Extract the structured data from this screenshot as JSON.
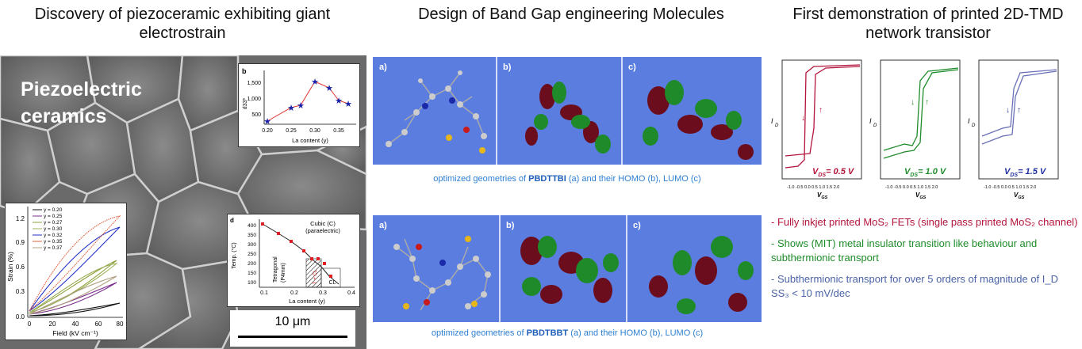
{
  "titles": {
    "left": "Discovery of piezoceramic exhibiting giant electrostrain",
    "middle": "Design of Band Gap engineering Molecules",
    "right": "First demonstration of printed 2D-TMD network transistor"
  },
  "left": {
    "piezo_line1": "Piezoelectric",
    "piezo_line2": "ceramics",
    "scale": "10 μm",
    "strain_legend": [
      "y = 0.20",
      "y = 0.25",
      "y = 0.27",
      "y = 0.30",
      "y = 0.32",
      "y = 0.35",
      "y = 0.37"
    ],
    "strain_colors": [
      "#111111",
      "#7a2d8c",
      "#8fa03a",
      "#9bb05a",
      "#1f2fc8",
      "#e06040",
      "#b0a080"
    ],
    "inset_b": {
      "label": "b",
      "xlabel": "La content (y)",
      "ylabel": "d33*",
      "xticks": [
        "0.20",
        "0.25",
        "0.30",
        "0.35"
      ],
      "yticks": [
        "500",
        "1,000",
        "1,500"
      ]
    },
    "inset_d": {
      "label": "d",
      "xlabel": "La content (y)",
      "ylabel": "Temp. (°C)",
      "xticks": [
        "0.1",
        "0.2",
        "0.3",
        "0.4"
      ],
      "yticks": [
        "100",
        "150",
        "200",
        "250",
        "300",
        "350",
        "400"
      ],
      "phase_cubic": "Cubic (C)",
      "phase_para": "(paraelectric)",
      "phase_tet": "Tetragonal",
      "phase_tet2": "(P4mm)",
      "phase_cl": "CL",
      "phase_tc": "T + CL"
    },
    "strain_axes": {
      "xlabel": "Field (kV cm⁻¹)",
      "ylabel": "Strain (%)",
      "xticks": [
        "0",
        "20",
        "40",
        "60",
        "80"
      ],
      "yticks": [
        "0.0",
        "0.3",
        "0.6",
        "0.9",
        "1.2"
      ]
    }
  },
  "middle": {
    "labels": [
      "a)",
      "b)",
      "c)"
    ],
    "caption1_pre": "optimized geometries of ",
    "caption1_bold": "PBDTTBI",
    "caption1_post": " (a) and their HOMO (b), LUMO (c)",
    "caption2_pre": "optimized geometries of ",
    "caption2_bold": "PBDTBBT",
    "caption2_post": " (a) and their HOMO (b), LUMO (c)",
    "colors": {
      "bg": "#5b7de0",
      "lobe_red": "#6b0d1c",
      "lobe_green": "#1f8a2a"
    }
  },
  "right": {
    "transistors": [
      {
        "vds": "V",
        "sub": "DS",
        "val": "= 0.5 V",
        "color": "#b4143c"
      },
      {
        "vds": "V",
        "sub": "DS",
        "val": "= 1.0 V",
        "color": "#1e8c2a"
      },
      {
        "vds": "V",
        "sub": "DS",
        "val": "= 1.5 V",
        "color": "#1f2fa0"
      }
    ],
    "ylabel": "I",
    "ylabel_sub": "D",
    "xlabel": "V",
    "xlabel_sub": "GS",
    "xticks": [
      "-1.0",
      "-0.5",
      "0.0",
      "0.5",
      "1.0",
      "1.5",
      "2.0"
    ],
    "notes": [
      {
        "text": "- Fully inkjet printed MoS₂ FETs  (single pass printed MoS₂ channel)",
        "color": "red"
      },
      {
        "text": "- Shows (MIT) metal insulator transition like behaviour and subthermionic transport",
        "color": "green"
      },
      {
        "text": "- Subthermionic transport for  over 5 orders of magnitude of I_D SS₃ < 10 mV/dec",
        "color": "blue"
      }
    ]
  }
}
